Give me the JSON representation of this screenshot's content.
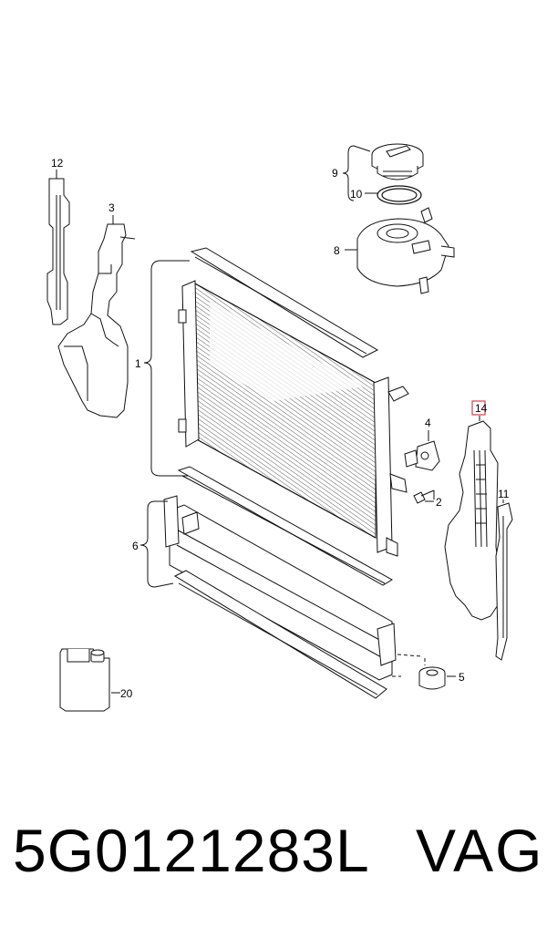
{
  "diagram": {
    "callouts": [
      {
        "id": "12",
        "label": "12"
      },
      {
        "id": "3",
        "label": "3"
      },
      {
        "id": "9",
        "label": "9"
      },
      {
        "id": "10",
        "label": "10"
      },
      {
        "id": "8",
        "label": "8"
      },
      {
        "id": "1",
        "label": "1"
      },
      {
        "id": "4",
        "label": "4"
      },
      {
        "id": "2",
        "label": "2",
        "highlighted": true
      },
      {
        "id": "14",
        "label": "14"
      },
      {
        "id": "11",
        "label": "11"
      },
      {
        "id": "6",
        "label": "6"
      },
      {
        "id": "5",
        "label": "5"
      },
      {
        "id": "20",
        "label": "20"
      }
    ],
    "highlight_color": "#e23a4a"
  },
  "caption": {
    "part_number": "5G0121283L",
    "brand": "VAG"
  }
}
